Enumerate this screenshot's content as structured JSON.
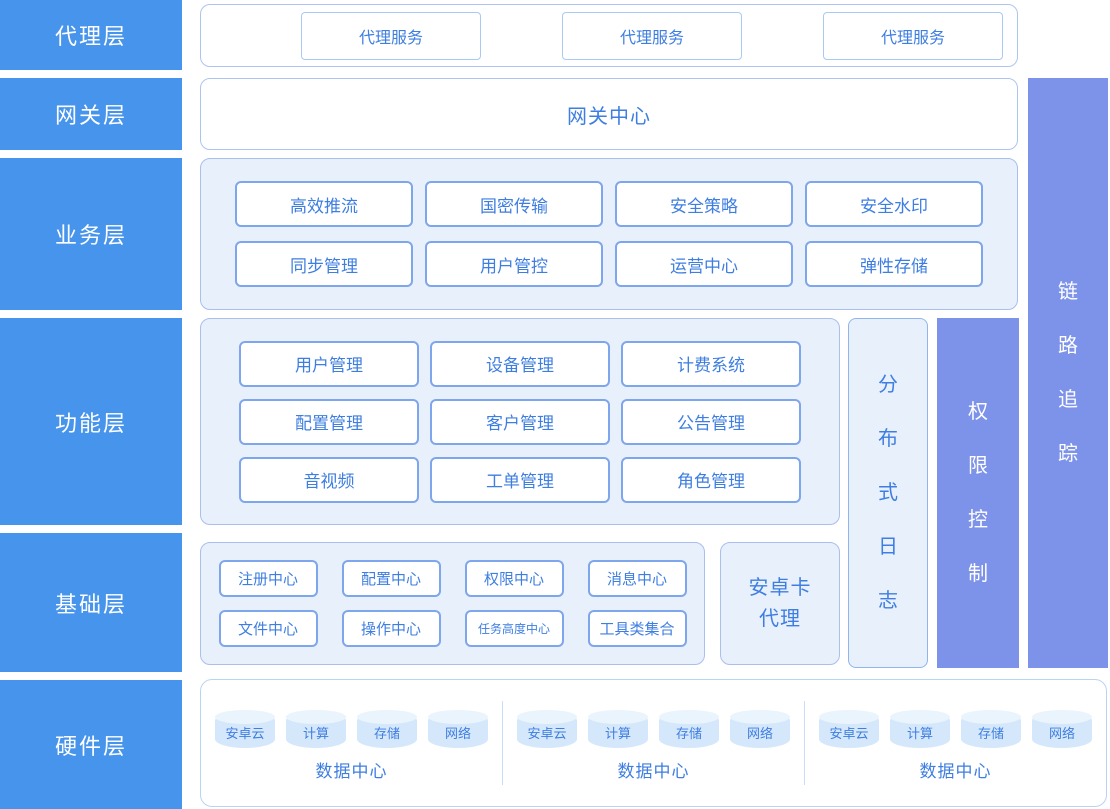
{
  "sidebar": {
    "layers": [
      "代理层",
      "网关层",
      "业务层",
      "功能层",
      "基础层",
      "硬件层"
    ]
  },
  "agent_row": {
    "services": [
      "代理服务",
      "代理服务",
      "代理服务"
    ]
  },
  "gateway": {
    "title": "网关中心"
  },
  "business": {
    "items": [
      "高效推流",
      "国密传输",
      "安全策略",
      "安全水印",
      "同步管理",
      "用户管控",
      "运营中心",
      "弹性存储"
    ]
  },
  "function": {
    "items": [
      "用户管理",
      "设备管理",
      "计费系统",
      "配置管理",
      "客户管理",
      "公告管理",
      "音视频",
      "工单管理",
      "角色管理"
    ]
  },
  "base": {
    "items": [
      "注册中心",
      "配置中心",
      "权限中心",
      "消息中心",
      "文件中心",
      "操作中心",
      "任务高度中心",
      "工具类集合"
    ]
  },
  "android_proxy": {
    "line1": "安卓卡",
    "line2": "代理"
  },
  "side_panels": {
    "distributed_log": "分布式日志",
    "permission_control": "权限控制",
    "link_trace": "链路追踪"
  },
  "hardware": {
    "datacenters": [
      {
        "nodes": [
          "安卓云",
          "计算",
          "存储",
          "网络"
        ],
        "label": "数据中心"
      },
      {
        "nodes": [
          "安卓云",
          "计算",
          "存储",
          "网络"
        ],
        "label": "数据中心"
      },
      {
        "nodes": [
          "安卓云",
          "计算",
          "存储",
          "网络"
        ],
        "label": "数据中心"
      }
    ]
  },
  "colors": {
    "sidebar_blue": "#4794EC",
    "periwinkle_column": "#7D92E9",
    "panel_tint": "#E8F0FC",
    "text_blue": "#3E7EE1",
    "node_border": "#7EA6EC",
    "light_node_border": "#A9CAF3",
    "container_border": "#AEC4F0",
    "cylinder_body": "#D5E7FA",
    "cylinder_top": "#EAF4FD"
  }
}
